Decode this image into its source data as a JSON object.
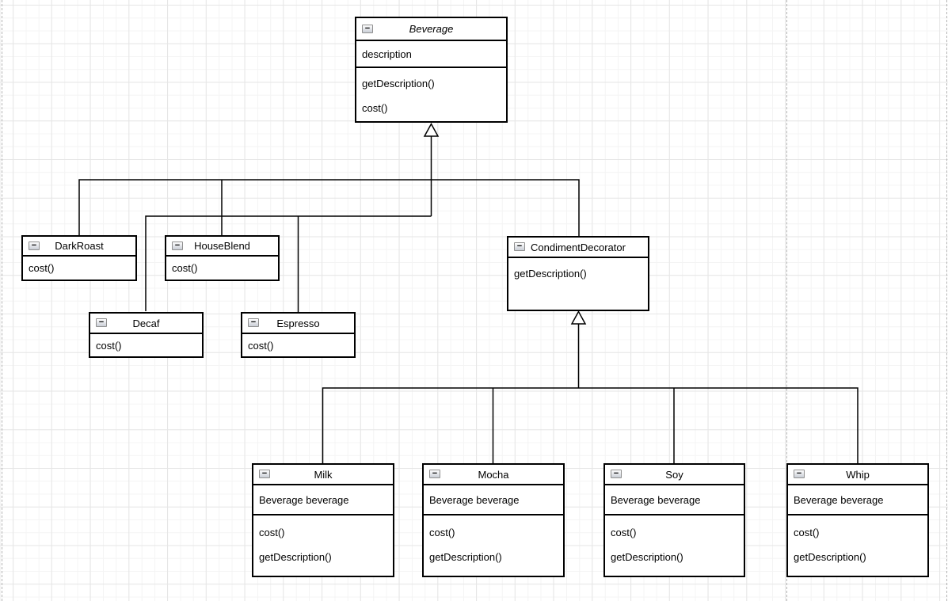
{
  "diagram": {
    "type": "uml-class-diagram",
    "pattern": "Decorator (Beverage example)",
    "classes": {
      "beverage": {
        "title": "Beverage",
        "abstract": true,
        "attribute": "description",
        "method1": "getDescription()",
        "method2": "cost()"
      },
      "darkroast": {
        "title": "DarkRoast",
        "method1": "cost()"
      },
      "houseblend": {
        "title": "HouseBlend",
        "method1": "cost()"
      },
      "decaf": {
        "title": "Decaf",
        "method1": "cost()"
      },
      "espresso": {
        "title": "Espresso",
        "method1": "cost()"
      },
      "condimentdecorator": {
        "title": "CondimentDecorator",
        "method1": "getDescription()"
      },
      "milk": {
        "title": "Milk",
        "attribute": "Beverage beverage",
        "method1": "cost()",
        "method2": "getDescription()"
      },
      "mocha": {
        "title": "Mocha",
        "attribute": "Beverage beverage",
        "method1": "cost()",
        "method2": "getDescription()"
      },
      "soy": {
        "title": "Soy",
        "attribute": "Beverage beverage",
        "method1": "cost()",
        "method2": "getDescription()"
      },
      "whip": {
        "title": "Whip",
        "attribute": "Beverage beverage",
        "method1": "cost()",
        "method2": "getDescription()"
      }
    },
    "relationships": [
      {
        "from": "DarkRoast",
        "to": "Beverage",
        "type": "generalization"
      },
      {
        "from": "HouseBlend",
        "to": "Beverage",
        "type": "generalization"
      },
      {
        "from": "Decaf",
        "to": "Beverage",
        "type": "generalization"
      },
      {
        "from": "Espresso",
        "to": "Beverage",
        "type": "generalization"
      },
      {
        "from": "CondimentDecorator",
        "to": "Beverage",
        "type": "generalization"
      },
      {
        "from": "Milk",
        "to": "CondimentDecorator",
        "type": "generalization"
      },
      {
        "from": "Mocha",
        "to": "CondimentDecorator",
        "type": "generalization"
      },
      {
        "from": "Soy",
        "to": "CondimentDecorator",
        "type": "generalization"
      },
      {
        "from": "Whip",
        "to": "CondimentDecorator",
        "type": "generalization"
      }
    ]
  },
  "icons": {
    "collapse": "−"
  },
  "colors": {
    "stroke": "#000000",
    "background": "#ffffff",
    "grid_minor": "#f4f4f4",
    "grid_major": "#e6e6e6",
    "page_break": "#b4b4b4"
  }
}
